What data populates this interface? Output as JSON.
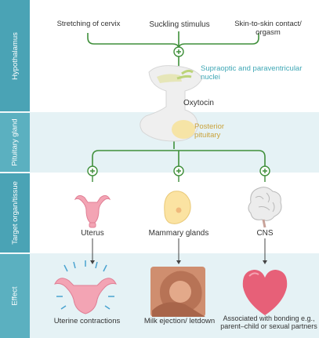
{
  "colors": {
    "hypothalamus_band": "#ffffff",
    "pituitary_band": "#e5f2f5",
    "target_band": "#ffffff",
    "effect_band": "#e5f2f5",
    "sidebar": "#4aa3b5",
    "arrow_green": "#3f8f3a",
    "nuclei_text": "#3fa7b5",
    "posterior_text": "#c9a23a"
  },
  "rows": {
    "hypothalamus": "Hypothalamus",
    "pituitary": "Pituitary gland",
    "target": "Target organ/tissue",
    "effect": "Effect"
  },
  "stimuli": {
    "cervix": "Stretching of cervix",
    "suckling": "Suckling stimulus",
    "skin": "Skin-to-skin contact/ orgasm"
  },
  "nuclei": "Supraoptic and paraventricular nuclei",
  "hormone": "Oxytocin",
  "posterior": "Posterior pituitary",
  "targets": {
    "uterus": "Uterus",
    "mammary": "Mammary glands",
    "cns": "CNS"
  },
  "effects": {
    "uterus": "Uterine contractions",
    "mammary": "Milk ejection/ letdown",
    "cns": "Associated with bonding e.g., parent–child or sexual partners"
  },
  "icons": [
    "plus-icon",
    "brain-pituitary-illustration",
    "uterus-icon",
    "breast-icon",
    "brain-icon",
    "contracting-uterus-icon",
    "breastfeeding-icon",
    "heart-icon"
  ]
}
